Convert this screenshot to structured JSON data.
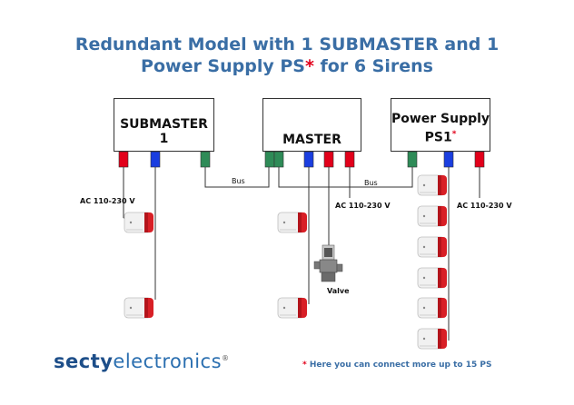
{
  "title": {
    "line1": "Redundant Model with 1 SUBMASTER and  1",
    "line2_prefix": "Power Supply PS",
    "line2_star": "*",
    "line2_suffix": " for 6 Sirens"
  },
  "boxes": {
    "submaster": "SUBMASTER 1",
    "master": "MASTER",
    "psu_line1": "Power Supply",
    "psu_line2": "PS1",
    "psu_star": "*"
  },
  "labels": {
    "bus_left": "Bus",
    "bus_right": "Bus",
    "ac_left": "AC 110-230 V",
    "ac_mid": "AC 110-230 V",
    "ac_right": "AC 110-230 V",
    "valve": "Valve"
  },
  "footnote": {
    "star": "*",
    "text": " Here you can connect more up to 15 PS"
  },
  "logo": {
    "part1": "secty",
    "part2": "electronics",
    "reg": "®"
  },
  "colors": {
    "title": "#3a6ea5",
    "red": "#e2001a",
    "blue": "#1a3ee0",
    "green": "#2e8b57"
  }
}
